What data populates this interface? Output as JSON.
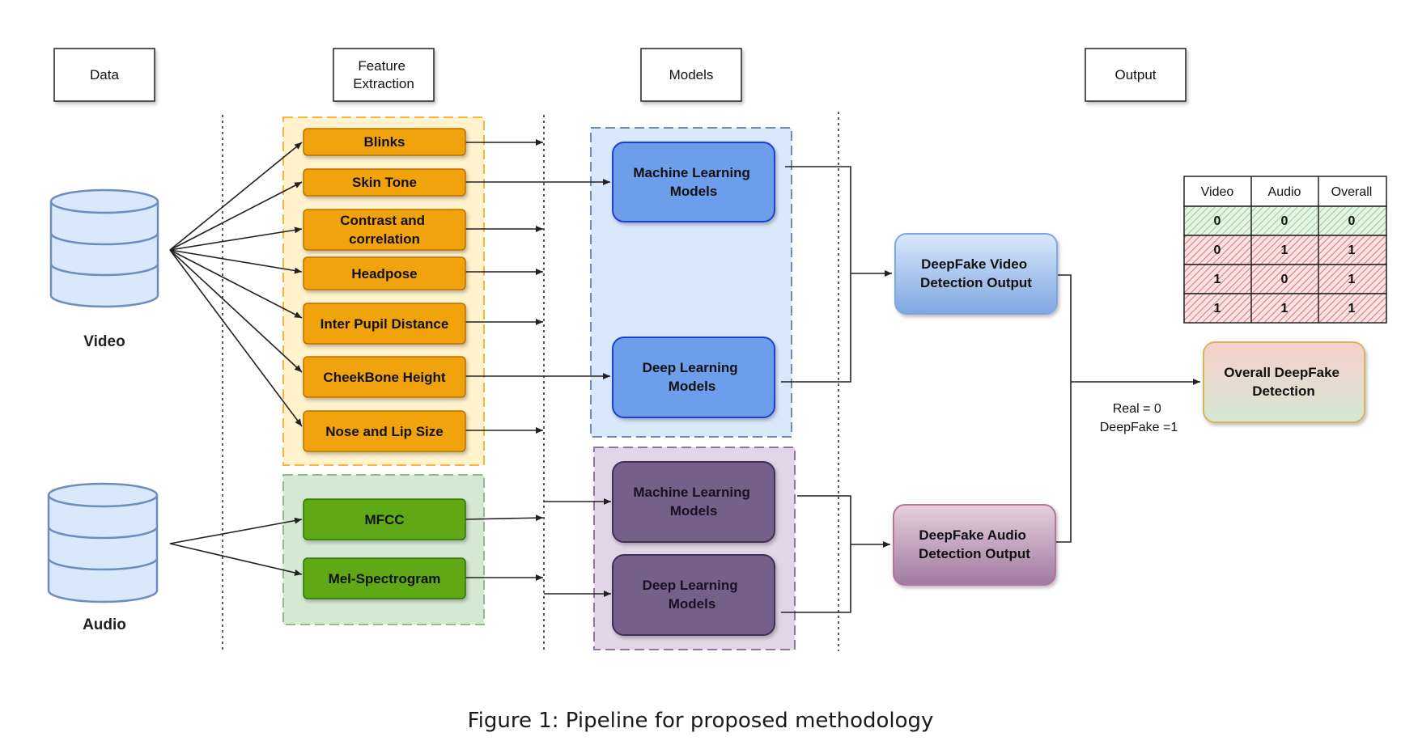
{
  "headers": {
    "data": "Data",
    "feature_extraction": [
      "Feature",
      "Extraction"
    ],
    "models": "Models",
    "output": "Output"
  },
  "sources": {
    "video": "Video",
    "audio": "Audio"
  },
  "video_features": {
    "blinks": [
      "Blinks"
    ],
    "skin_tone": [
      "Skin Tone"
    ],
    "contrast": [
      "Contrast and",
      "correlation"
    ],
    "headpose": [
      "Headpose"
    ],
    "inter_pupil": [
      "Inter Pupil Distance"
    ],
    "cheekbone": [
      "CheekBone Height"
    ],
    "nose_lip": [
      "Nose and Lip Size"
    ]
  },
  "audio_features": {
    "mfcc": [
      "MFCC"
    ],
    "mel": [
      "Mel-Spectrogram"
    ]
  },
  "models": {
    "video_ml": [
      "Machine Learning",
      "Models"
    ],
    "video_dl": [
      "Deep Learning",
      "Models"
    ],
    "audio_ml": [
      "Machine Learning",
      "Models"
    ],
    "audio_dl": [
      "Deep Learning",
      "Models"
    ]
  },
  "outputs": {
    "video_out": [
      "DeepFake Video",
      "Detection Output"
    ],
    "audio_out": [
      "DeepFake Audio",
      "Detection Output"
    ],
    "overall": [
      "Overall DeepFake",
      "Detection"
    ]
  },
  "legend": [
    "Real = 0",
    "DeepFake =1"
  ],
  "truth_table": {
    "headers": [
      "Video",
      "Audio",
      "Overall"
    ],
    "rows": [
      [
        "0",
        "0",
        "0"
      ],
      [
        "0",
        "1",
        "1"
      ],
      [
        "1",
        "0",
        "1"
      ],
      [
        "1",
        "1",
        "1"
      ]
    ]
  },
  "colors": {
    "feature_orange": "#f0a30a",
    "feature_green": "#60a917",
    "model_blue": "#6d9eeb",
    "model_purple": "#76608a",
    "table_real": "#d5e8d4",
    "table_fake": "#f8cecc"
  },
  "caption": "Figure 1: Pipeline for proposed methodology"
}
